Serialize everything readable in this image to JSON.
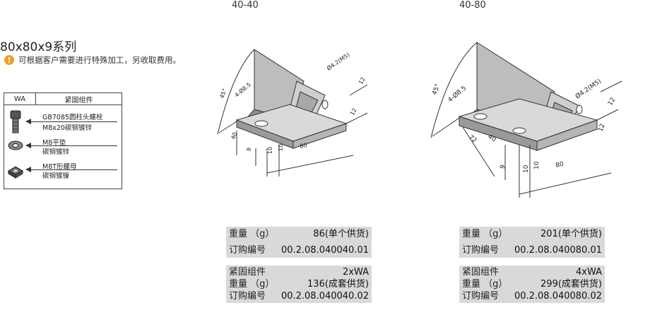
{
  "columns": [
    {
      "title": "40-40"
    },
    {
      "title": "40-80"
    }
  ],
  "series": {
    "title": "80x80x9系列",
    "note": "可根据客户需要进行特殊加工，另收取费用。"
  },
  "fasteners": {
    "header": {
      "col1": "WA",
      "col2": "紧固组件"
    },
    "items": [
      {
        "line1": "GB7085圆柱头螺栓",
        "line2": "M8x20碳钢镀锌",
        "icon": "bolt-icon"
      },
      {
        "line1": "M8平垫",
        "line2": "碳钢镀锌",
        "icon": "washer-icon"
      },
      {
        "line1": "M8T形螺母",
        "line2": "碳钢镀镍",
        "icon": "t-nut-icon"
      }
    ]
  },
  "drawing1": {
    "angle": "45°",
    "dia": "4-Ø8.5",
    "hole": "Ø4.2(M5)",
    "d12": "12",
    "d13": "12",
    "d40": "40",
    "d9": "9",
    "d10a": "10",
    "d10b": "10",
    "d80": "80"
  },
  "drawing2": {
    "angle": "45°",
    "dia": "4-Ø8.5",
    "hole": "Ø4.2(M5)",
    "d12": "12",
    "d13": "12",
    "d40": "40",
    "d72": "72",
    "d9": "9",
    "d10a": "10",
    "d10b": "10",
    "d80": "80"
  },
  "specs": [
    {
      "single": [
        {
          "label": "重量  （g）",
          "value": "86(单个供货)"
        },
        {
          "label": "订购编号",
          "value": "00.2.08.040040.01"
        }
      ],
      "set": [
        {
          "label": "紧固组件",
          "value": "2xWA"
        },
        {
          "label": "重量  （g）",
          "value": "136(成套供货)"
        },
        {
          "label": "订购编号",
          "value": "00.2.08.040040.02"
        }
      ]
    },
    {
      "single": [
        {
          "label": "重量  （g）",
          "value": "201(单个供货)"
        },
        {
          "label": "订购编号",
          "value": "00.2.08.040080.01"
        }
      ],
      "set": [
        {
          "label": "紧固组件",
          "value": "4xWA"
        },
        {
          "label": "重量  （g）",
          "value": "299(成套供货)"
        },
        {
          "label": "订购编号",
          "value": "00.2.08.040080.02"
        }
      ]
    }
  ]
}
